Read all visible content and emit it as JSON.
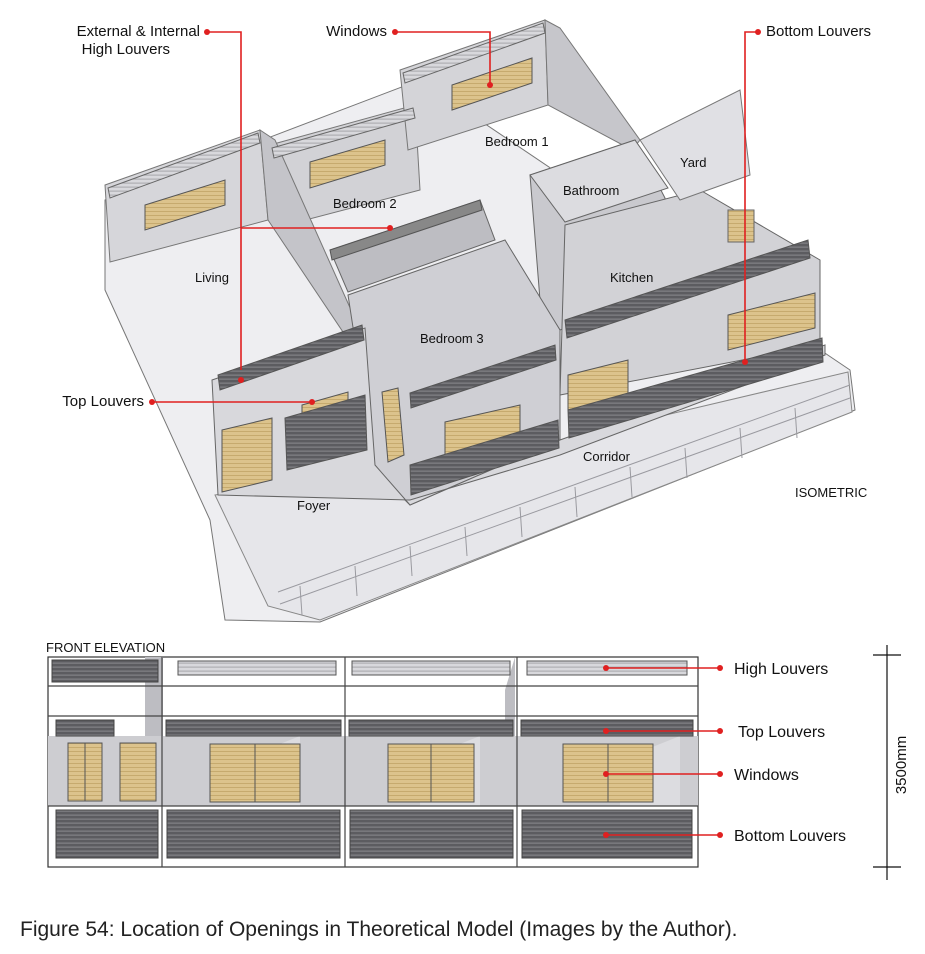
{
  "isometric": {
    "view_label": "ISOMETRIC",
    "rooms": {
      "living": "Living",
      "bedroom1": "Bedroom 1",
      "bedroom2": "Bedroom 2",
      "bedroom3": "Bedroom 3",
      "bathroom": "Bathroom",
      "kitchen": "Kitchen",
      "yard": "Yard",
      "corridor": "Corridor",
      "foyer": "Foyer"
    },
    "callouts": {
      "high_louvers_line1": "External & Internal",
      "high_louvers_line2": "High Louvers",
      "windows": "Windows",
      "bottom_louvers": "Bottom Louvers",
      "top_louvers": "Top Louvers"
    }
  },
  "elevation": {
    "title": "FRONT ELEVATION",
    "labels": {
      "high_louvers": "High Louvers",
      "top_louvers": "Top Louvers",
      "windows": "Windows",
      "bottom_louvers": "Bottom Louvers"
    },
    "dimension": "3500mm"
  },
  "caption": "Figure 54: Location of Openings in Theoretical Model (Images by the Author).",
  "colors": {
    "callout_red": "#e02020",
    "window_tan": "#d9bf86",
    "louver_dark": "#5a5a5e",
    "louver_light": "#c8c8cc",
    "wall_grey": "#cfcfd3"
  }
}
